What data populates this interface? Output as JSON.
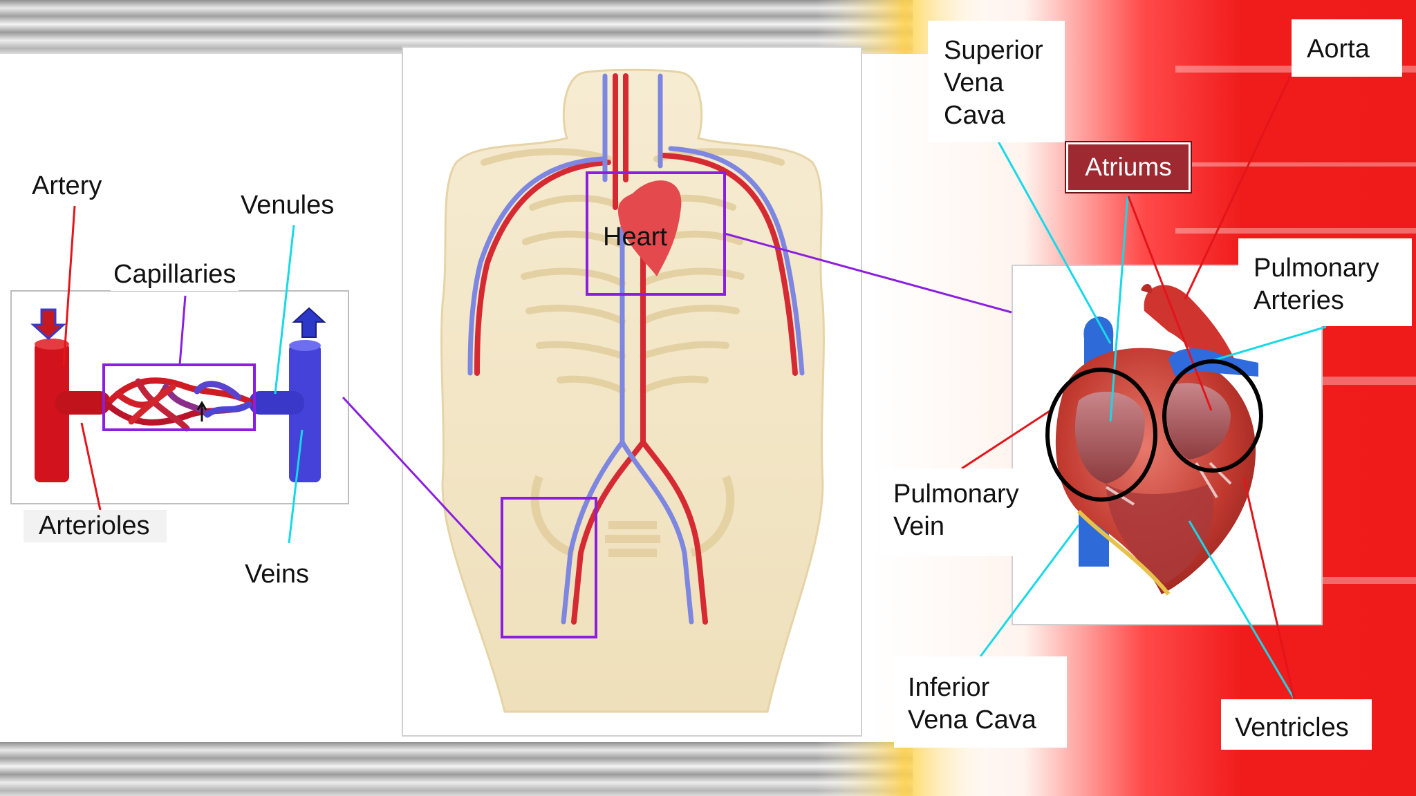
{
  "colors": {
    "artery_red": "#d9232b",
    "vein_blue": "#4a49d6",
    "vessel_cyan": "#16d9e8",
    "leader_red": "#e3151b",
    "box_purple": "#8a1fe0",
    "label_atrium_bg": "#9e2930",
    "skin": "#f3e6c4",
    "background_red": "#f01c1c"
  },
  "icons": {
    "capillary_inflow_arrow": "down-arrow-icon",
    "capillary_outflow_arrow": "up-arrow-icon"
  },
  "left_panel": {
    "labels": {
      "artery": "Artery",
      "venules": "Venules",
      "capillaries": "Capillaries",
      "arterioles": "Arterioles",
      "veins": "Veins"
    }
  },
  "center_panel": {
    "heart_label": "Heart"
  },
  "right_panel": {
    "labels": {
      "superior_vena_cava": "Superior\nVena\nCava",
      "aorta": "Aorta",
      "atriums": "Atriums",
      "pulmonary_arteries": "Pulmonary\nArteries",
      "pulmonary_vein": "Pulmonary\nVein",
      "inferior_vena_cava": "Inferior\nVena Cava",
      "ventricles": "Ventricles"
    }
  }
}
